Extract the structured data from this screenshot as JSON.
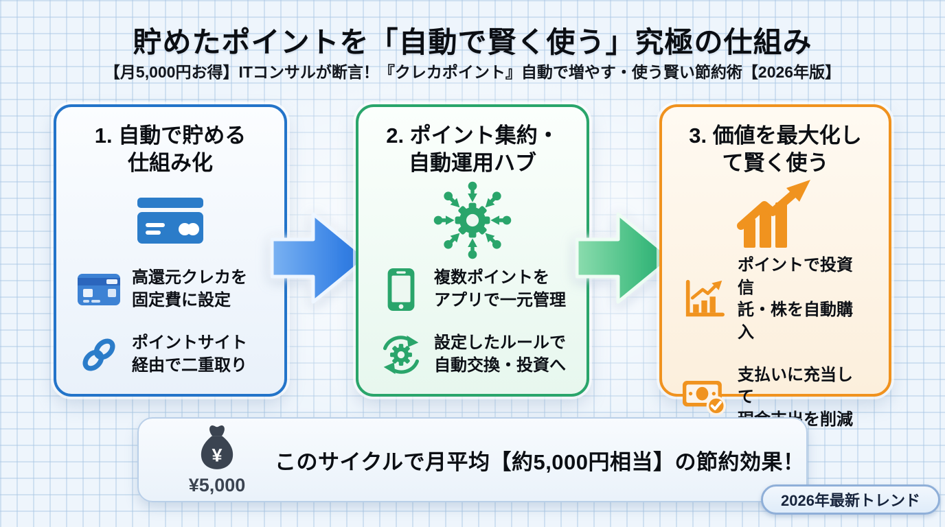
{
  "header": {
    "title": "貯めたポイントを「自動で賢く使う」究極の仕組み",
    "subtitle": "【月5,000円お得】ITコンサルが断言！『クレカポイント』自動で増やす・使う賢い節約術【2026年版】"
  },
  "colors": {
    "step1_blue": "#2374c9",
    "step2_green": "#2aa56b",
    "step3_orange": "#f0921e",
    "arrow1_start": "#7ab2f2",
    "arrow1_end": "#1d6fe0",
    "arrow2_start": "#8bdcae",
    "arrow2_end": "#1fae6b"
  },
  "cards": [
    {
      "title_line1": "1. 自動で貯める",
      "title_line2": "仕組み化",
      "accent_color": "#2374c9",
      "main_icon": "credit-card-icon",
      "items": [
        {
          "icon": "credit-card-small-icon",
          "line1": "高還元クレカを",
          "line2": "固定費に設定"
        },
        {
          "icon": "link-chain-icon",
          "line1": "ポイントサイト",
          "line2": "経由で二重取り"
        }
      ]
    },
    {
      "title_line1": "2. ポイント集約・",
      "title_line2": "自動運用ハブ",
      "accent_color": "#2aa56b",
      "main_icon": "hub-gear-icon",
      "items": [
        {
          "icon": "smartphone-icon",
          "line1": "複数ポイントを",
          "line2": "アプリで一元管理"
        },
        {
          "icon": "auto-rule-gear-icon",
          "line1": "設定したルールで",
          "line2": "自動交換・投資へ"
        }
      ]
    },
    {
      "title_line1": "3. 価値を最大化し",
      "title_line2": "て賢く使う",
      "accent_color": "#f0921e",
      "main_icon": "growth-chart-icon",
      "items": [
        {
          "icon": "investment-chart-icon",
          "line1": "ポイントで投資信",
          "line2": "託・株を自動購入"
        },
        {
          "icon": "cash-check-icon",
          "line1": "支払いに充当して",
          "line2": "現金支出を削減"
        }
      ]
    }
  ],
  "summary": {
    "bag_symbol": "¥",
    "amount": "¥5,000",
    "message": "このサイクルで月平均【約5,000円相当】の節約効果！"
  },
  "badge": {
    "label": "2026年最新トレンド"
  }
}
